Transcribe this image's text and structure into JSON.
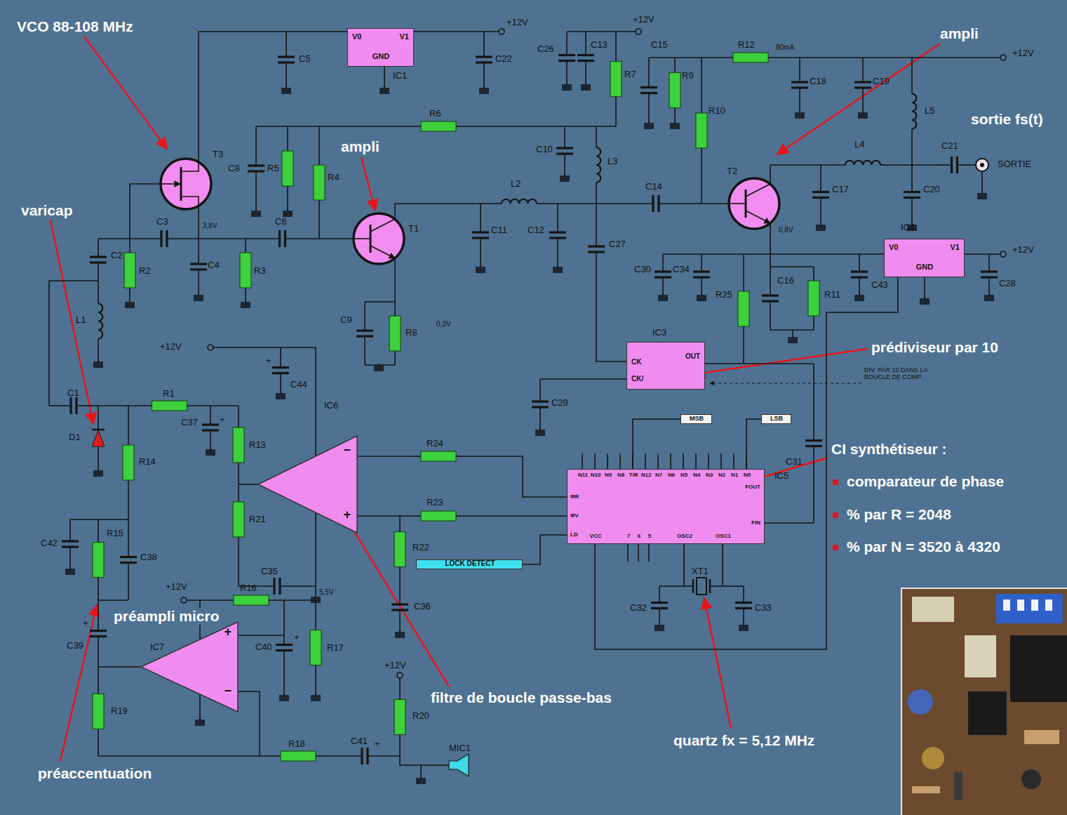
{
  "diagram": {
    "nodes": [
      {
        "text": [
          "V0",
          "V1",
          "GND"
        ]
      },
      {
        "text": [
          "V0",
          "V1",
          "GND"
        ]
      },
      {
        "text": [
          "CK",
          "CK/",
          "OUT"
        ]
      },
      {
        "text": [
          "MSB"
        ]
      },
      {
        "text": [
          "LSB"
        ]
      },
      {
        "text": [
          "N11",
          "N10",
          "N9",
          "N8",
          "T/R",
          "N12",
          "N7",
          "N6",
          "N5",
          "N4",
          "N3",
          "N2",
          "N1",
          "N0",
          "FOUT",
          "ΦR",
          "ΦV",
          "LD",
          "VCC",
          "7",
          "6",
          "5",
          "OSC2",
          "OSC1",
          "FIN"
        ]
      },
      {
        "text": [
          "−",
          "+"
        ]
      },
      {
        "text": [
          "LOCK DETECT"
        ]
      },
      {
        "text": [
          "+",
          "−"
        ]
      }
    ],
    "edges": [
      {
        "from": 5,
        "to": 3,
        "arrow": "none"
      },
      {
        "from": 5,
        "to": 4,
        "arrow": "none"
      },
      {
        "from": 5,
        "to": 7,
        "arrow": "none"
      },
      {
        "from": 1,
        "to": 5,
        "arrow": "none"
      }
    ],
    "labels": [
      "VCO 88-108 MHz",
      "varicap",
      "ampli",
      "ampli",
      "sortie fs(t)",
      "prédiviseur par 10",
      "CI synthétiseur :",
      "comparateur de phase",
      "% par R = 2048",
      "% par N = 3520 à 4320",
      "préampli micro",
      "filtre de boucle passe-bas",
      "quartz fx = 5,12 MHz",
      "préaccentuation",
      "C5",
      "IC1",
      "C22",
      "+12V",
      "C26",
      "C13",
      "R7",
      "+12V",
      "C15",
      "R9",
      "R10",
      "R12",
      "80mA",
      "C18",
      "C19",
      "+12V",
      "L5",
      "T3",
      "C8",
      "R5",
      "R4",
      "R6",
      "C10",
      "L3",
      "L4",
      "C21",
      "SORTIE",
      "C17",
      "C20",
      "T2",
      "C14",
      "L2",
      "T1",
      "C3",
      "C6",
      "3,8V",
      "C2",
      "R2",
      "C4",
      "R3",
      "C11",
      "C12",
      "C27",
      "0,8V",
      "IC4",
      "C30",
      "C34",
      "R25",
      "C16",
      "R11",
      "C43",
      "C28",
      "+12V",
      "L1",
      "C9",
      "R8",
      "0,3V",
      "C1",
      "R1",
      "+12V",
      "C44",
      "C37",
      "R13",
      "D1",
      "R14",
      "IC6",
      "IC3",
      "C29",
      "DIV. PAR 10 DANS LA BOUCLE DE COMP.",
      "C31",
      "R24",
      "R23",
      "IC5",
      "R22",
      "C42",
      "R15",
      "C38",
      "R21",
      "C35",
      "C36",
      "C32",
      "XT1",
      "C33",
      "C39",
      "R16",
      "+12V",
      "5,5V",
      "IC7",
      "R17",
      "C40",
      "R19",
      "R18",
      "C41",
      "+12V",
      "R20",
      "MIC1",
      "+",
      "+",
      "+",
      "+",
      "+"
    ]
  }
}
